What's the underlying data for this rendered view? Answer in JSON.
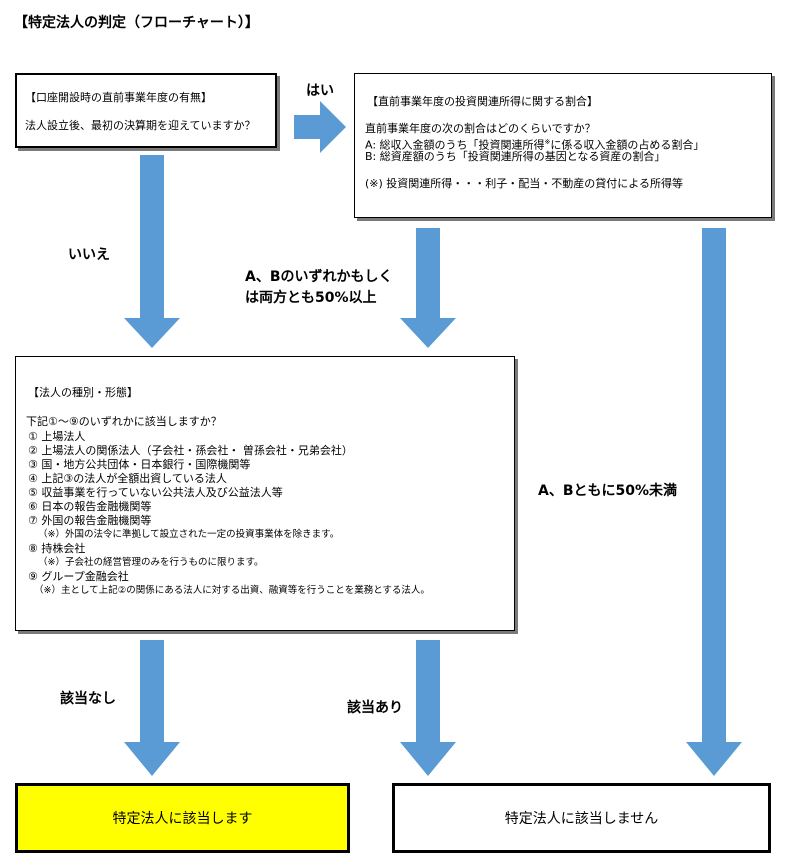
{
  "title": "【特定法人の判定（フローチャート）】",
  "box_account": {
    "heading": "【口座開設時の直前事業年度の有無】",
    "question": "法人設立後、最初の決算期を迎えていますか？"
  },
  "box_ratio": {
    "heading": "【直前事業年度の投資関連所得に関する割合】",
    "question": "直前事業年度の次の割合はどのくらいですか？",
    "item_a_pre": "A: 総収入金額のうち「投資関連所得",
    "item_a_mark": "※",
    "item_a_post": "に係る収入金額の占める割合」",
    "item_b": "B: 総資産額のうち「投資関連所得の基因となる資産の割合」",
    "note": "(※) 投資関連所得・・・利子・配当・不動産の貸付による所得等"
  },
  "box_type": {
    "heading": "【法人の種別・形態】",
    "question": "下記①～⑨のいずれかに該当しますか？",
    "lines": [
      "① 上場法人",
      "② 上場法人の関係法人（子会社・孫会社・ 曽孫会社・兄弟会社）",
      "③ 国・地方公共団体・日本銀行・国際機関等",
      "④ 上記③の法人が全額出資している法人",
      "⑤ 収益事業を行っていない公共法人及び公益法人等",
      "⑥ 日本の報告金融機関等",
      "⑦ 外国の報告金融機関等",
      "（※）外国の法令に準拠して設立された一定の投資事業体を除きます。",
      "⑧ 持株会社",
      "（※）子会社の経営管理のみを行うものに限ります。",
      "⑨ グループ金融会社",
      "（※）主として上記②の関係にある法人に対する出資、融資等を行うことを業務とする法人。"
    ]
  },
  "labels": {
    "yes": "はい",
    "no": "いいえ",
    "ab_over_1": "A、Bのいずれかもしく",
    "ab_over_2": "は両方とも50%以上",
    "ab_under": "A、Bともに50%未満",
    "not_applicable": "該当なし",
    "applicable": "該当あり"
  },
  "results": {
    "is_specified": "特定法人に該当します",
    "not_specified": "特定法人に該当しません"
  },
  "colors": {
    "arrow": "#5b9bd5",
    "highlight": "#ffff00"
  }
}
